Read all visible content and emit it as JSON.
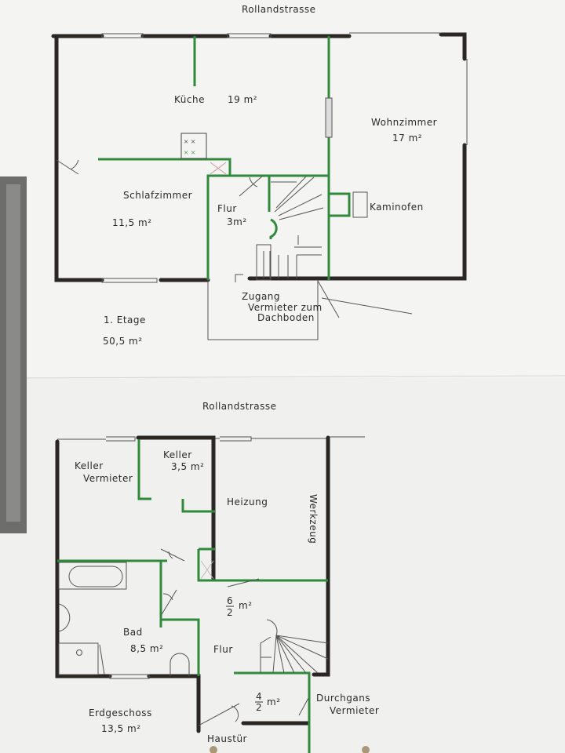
{
  "upper_floor": {
    "street": "Rollandstrasse",
    "rooms": {
      "kueche": {
        "name": "Küche",
        "area": "19 m²"
      },
      "wohnzimmer": {
        "name": "Wohnzimmer",
        "area": "17 m²"
      },
      "schlafzimmer": {
        "name": "Schlafzimmer",
        "area": "11,5 m²"
      },
      "flur": {
        "name": "Flur",
        "area": "3m²"
      }
    },
    "kaminofen": "Kaminofen",
    "zugang": [
      "Zugang",
      "Vermieter zum",
      "Dachboden"
    ],
    "floor_name": "1. Etage",
    "floor_area": "50,5 m²"
  },
  "ground_floor": {
    "street": "Rollandstrasse",
    "rooms": {
      "keller_vermieter": [
        "Keller",
        "Vermieter"
      ],
      "keller": {
        "name": "Keller",
        "area": "3,5 m²"
      },
      "heizung": "Heizung",
      "werkzeug": "Werkzeug",
      "flur_area": {
        "num": "6",
        "den": "2",
        "unit": "m²"
      },
      "bad": {
        "name": "Bad",
        "area": "8,5 m²"
      },
      "flur": "Flur",
      "entry_area": {
        "num": "4",
        "den": "2",
        "unit": "m²"
      },
      "durchgang": [
        "Durchgans",
        "Vermieter"
      ],
      "haustuer": "Haustür"
    },
    "floor_name": "Erdgeschoss",
    "floor_area": "13,5 m²"
  },
  "colors": {
    "paper": "#f3f3f1",
    "wall": "#2a2624",
    "partition": "#2f8a3c"
  }
}
